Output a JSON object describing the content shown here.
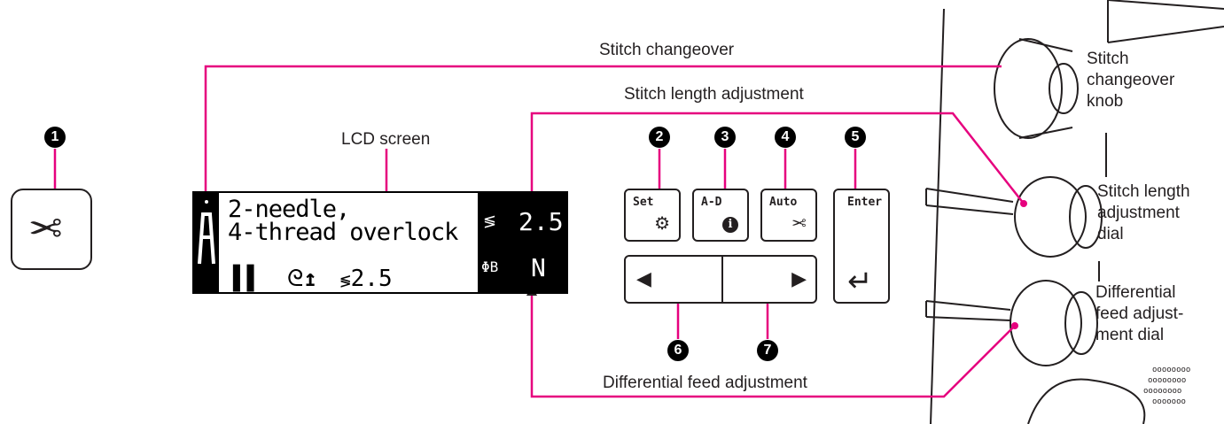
{
  "labels": {
    "stitch_changeover": "Stitch changeover",
    "stitch_length_adjustment": "Stitch length adjustment",
    "lcd_screen": "LCD screen",
    "differential_feed_adjustment": "Differential feed adjustment",
    "knob_stitch_changeover": [
      "Stitch",
      "changeover",
      "knob"
    ],
    "dial_stitch_length": [
      "Stitch length",
      "adjustment",
      "dial"
    ],
    "dial_differential_feed": [
      "Differential",
      "feed adjust-",
      "ment dial"
    ]
  },
  "numbers": [
    "1",
    "2",
    "3",
    "4",
    "5",
    "6",
    "7"
  ],
  "lcd": {
    "line1": "2-needle,",
    "line2": "4-thread overlock",
    "row3_value": "2.5",
    "stitch_length_value": "2.5",
    "diff_feed_value": "N"
  },
  "buttons": {
    "set": "Set",
    "ad": "A-D",
    "auto": "Auto",
    "enter": "Enter"
  },
  "icons": {
    "scissors": "✂",
    "gear": "⚙",
    "info": "i",
    "left_arrow": "◀",
    "right_arrow": "▶",
    "enter": "↵"
  },
  "colors": {
    "leader_line": "#e6007e",
    "ink": "#231f20"
  }
}
